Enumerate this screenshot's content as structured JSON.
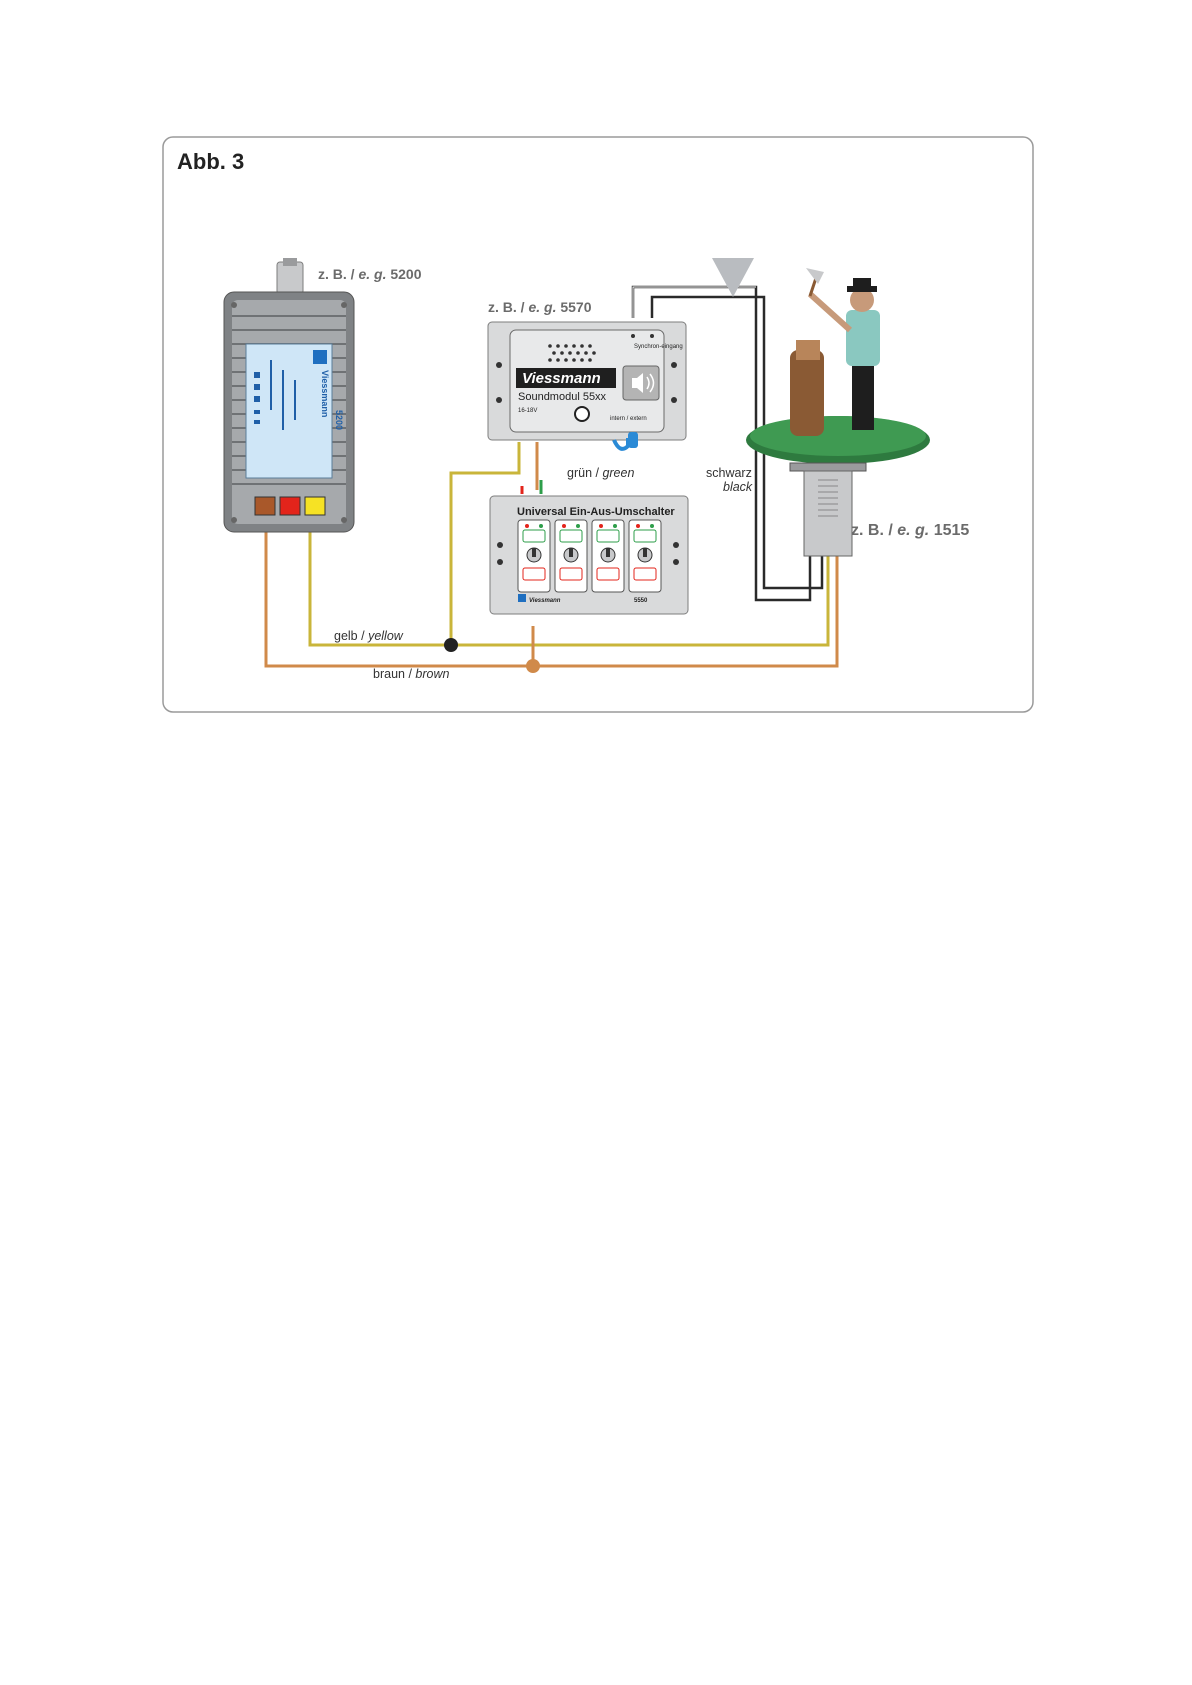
{
  "figure": {
    "title": "Abb. 3",
    "power_supply": {
      "ref_prefix": "z. B. / ",
      "ref_eg": "e. g.",
      "ref_number": " 5200",
      "model": "5200",
      "brand": "Viessmann",
      "colors": {
        "brown": "#a9582a",
        "red": "#e3241b",
        "yellow": "#f6e224"
      }
    },
    "sound_module": {
      "ref_prefix": "z. B. / ",
      "ref_eg": "e. g.",
      "ref_number": " 5570",
      "brand": "Viessmann",
      "name": "Soundmodul 55xx",
      "sync_label": "Synchron-eingang",
      "voltage_label": "16-18V",
      "volume_label": "intern / extern"
    },
    "switch_panel": {
      "title": "Universal Ein-Aus-Umschalter",
      "brand": "Viessmann",
      "model": "5550"
    },
    "figure_model": {
      "ref_prefix": "z. B. / ",
      "ref_eg": "e. g.",
      "ref_number": " 1515"
    },
    "wires": {
      "green": {
        "de": "grün / ",
        "en": "green",
        "color": "#2e9e4a"
      },
      "black": {
        "de": "schwarz",
        "en": "black",
        "color": "#222222"
      },
      "yellow": {
        "de": "gelb / ",
        "en": "yellow",
        "color": "#c9b53a"
      },
      "brown": {
        "de": "braun / ",
        "en": "brown",
        "color": "#d08a4a"
      }
    },
    "colors": {
      "frame": "#9a9a9a",
      "device_grey": "#d9dadb",
      "psu_blue": "#cfe6f7",
      "brand_blue": "#1f6fc0",
      "speaker_grey": "#b4b4b4"
    }
  }
}
